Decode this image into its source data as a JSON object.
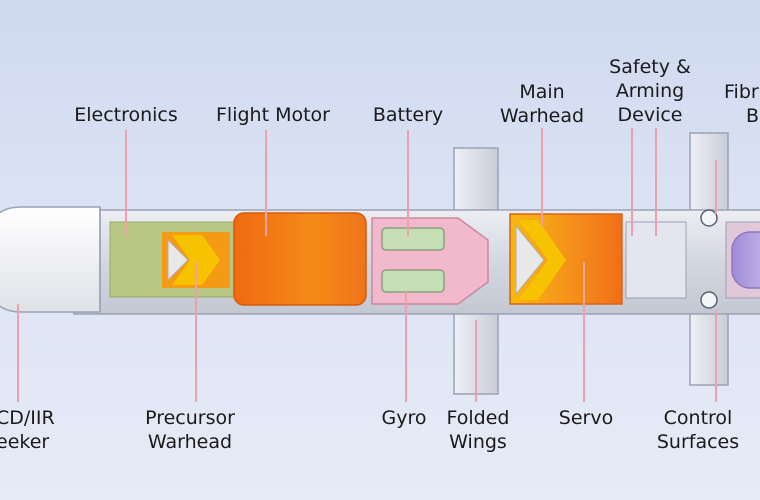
{
  "labels": {
    "electronics": "Electronics",
    "flight_motor": "Flight Motor",
    "battery": "Battery",
    "main_warhead": [
      "Main",
      "Warhead"
    ],
    "safety_arming": [
      "Safety &",
      "Arming",
      "Device"
    ],
    "fiber_b": [
      "Fibr",
      "B"
    ],
    "seeker": [
      "CD/IIR",
      "eeker"
    ],
    "precursor_warhead": [
      "Precursor",
      "Warhead"
    ],
    "gyro": "Gyro",
    "folded_wings": [
      "Folded",
      "Wings"
    ],
    "servo": "Servo",
    "control_surfaces": [
      "Control",
      "Surfaces"
    ]
  },
  "colors": {
    "body": "#d6d9e2",
    "body_outline": "#9aa2b4",
    "leader": "#f0a0a8",
    "seeker": "#f4f4f6",
    "electronics": "#b9c784",
    "motor": "#f47a12",
    "warhead_orange": "#f59a14",
    "warhead_yellow": "#f7c200",
    "battery_pink": "#f2b8cc",
    "battery_cell": "#c6dfb6",
    "fiber": "#b9a6e0"
  }
}
